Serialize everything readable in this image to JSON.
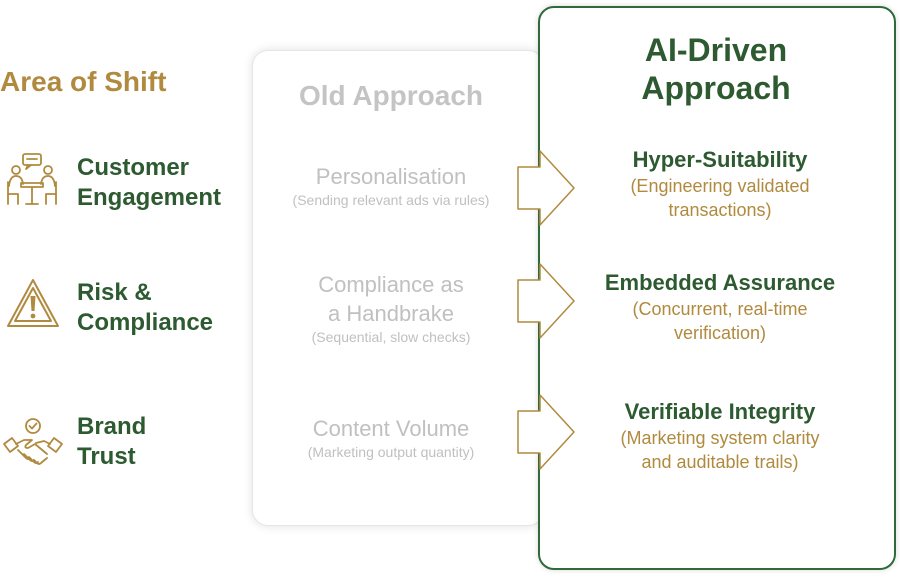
{
  "area_title": "Area of Shift",
  "shifts": [
    {
      "icon": "customer-engagement-icon",
      "line1": "Customer",
      "line2": "Engagement"
    },
    {
      "icon": "warning-triangle-icon",
      "line1": "Risk &",
      "line2": "Compliance"
    },
    {
      "icon": "handshake-icon",
      "line1": "Brand",
      "line2": "Trust"
    }
  ],
  "old_approach": {
    "title": "Old Approach",
    "items": [
      {
        "main": "Personalisation",
        "sub": "(Sending relevant ads via rules)"
      },
      {
        "main_line1": "Compliance as",
        "main_line2": "a Handbrake",
        "sub": "(Sequential, slow checks)"
      },
      {
        "main": "Content Volume",
        "sub": "(Marketing output quantity)"
      }
    ]
  },
  "new_approach": {
    "title_line1": "AI-Driven",
    "title_line2": "Approach",
    "items": [
      {
        "main": "Hyper-Suitability",
        "sub_line1": "(Engineering validated",
        "sub_line2": "transactions)"
      },
      {
        "main": "Embedded Assurance",
        "sub_line1": "(Concurrent, real-time",
        "sub_line2": "verification)"
      },
      {
        "main": "Verifiable Integrity",
        "sub_line1": "(Marketing system clarity",
        "sub_line2": "and auditable trails)"
      }
    ]
  },
  "colors": {
    "gold": "#b08a3e",
    "green": "#2d5a30",
    "grey_text": "#c0c0c0"
  }
}
